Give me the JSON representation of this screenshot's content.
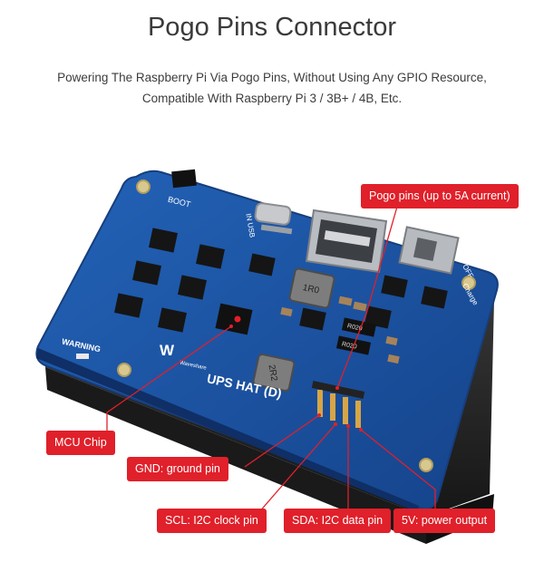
{
  "heading": {
    "title": "Pogo Pins Connector",
    "subtitle_line1": "Powering The Raspberry Pi Via Pogo Pins, Without Using Any GPIO Resource,",
    "subtitle_line2": "Compatible With Raspberry Pi 3 / 3B+ / 4B, Etc."
  },
  "board": {
    "model_label": "UPS HAT (D)",
    "boot_label": "BOOT",
    "warning_label": "WARNING",
    "usb_label": "IN USB",
    "off_label": "OFF",
    "charge_label": "Charge",
    "brand_label": "Waveshare",
    "inductor_label1": "1R0",
    "inductor_label2": "2R2",
    "resistor_label1": "R020",
    "resistor_label2": "R020",
    "colors": {
      "pcb": "#1b4f9c",
      "pcb_edge": "#1a3f7a",
      "battery": "#2a2a2a",
      "accent_red": "#e0202a"
    }
  },
  "callouts": {
    "pogo": "Pogo pins (up to 5A current)",
    "mcu": "MCU Chip",
    "gnd": "GND: ground pin",
    "scl": "SCL: I2C clock pin",
    "sda": "SDA: I2C data pin",
    "v5": "5V: power output"
  }
}
